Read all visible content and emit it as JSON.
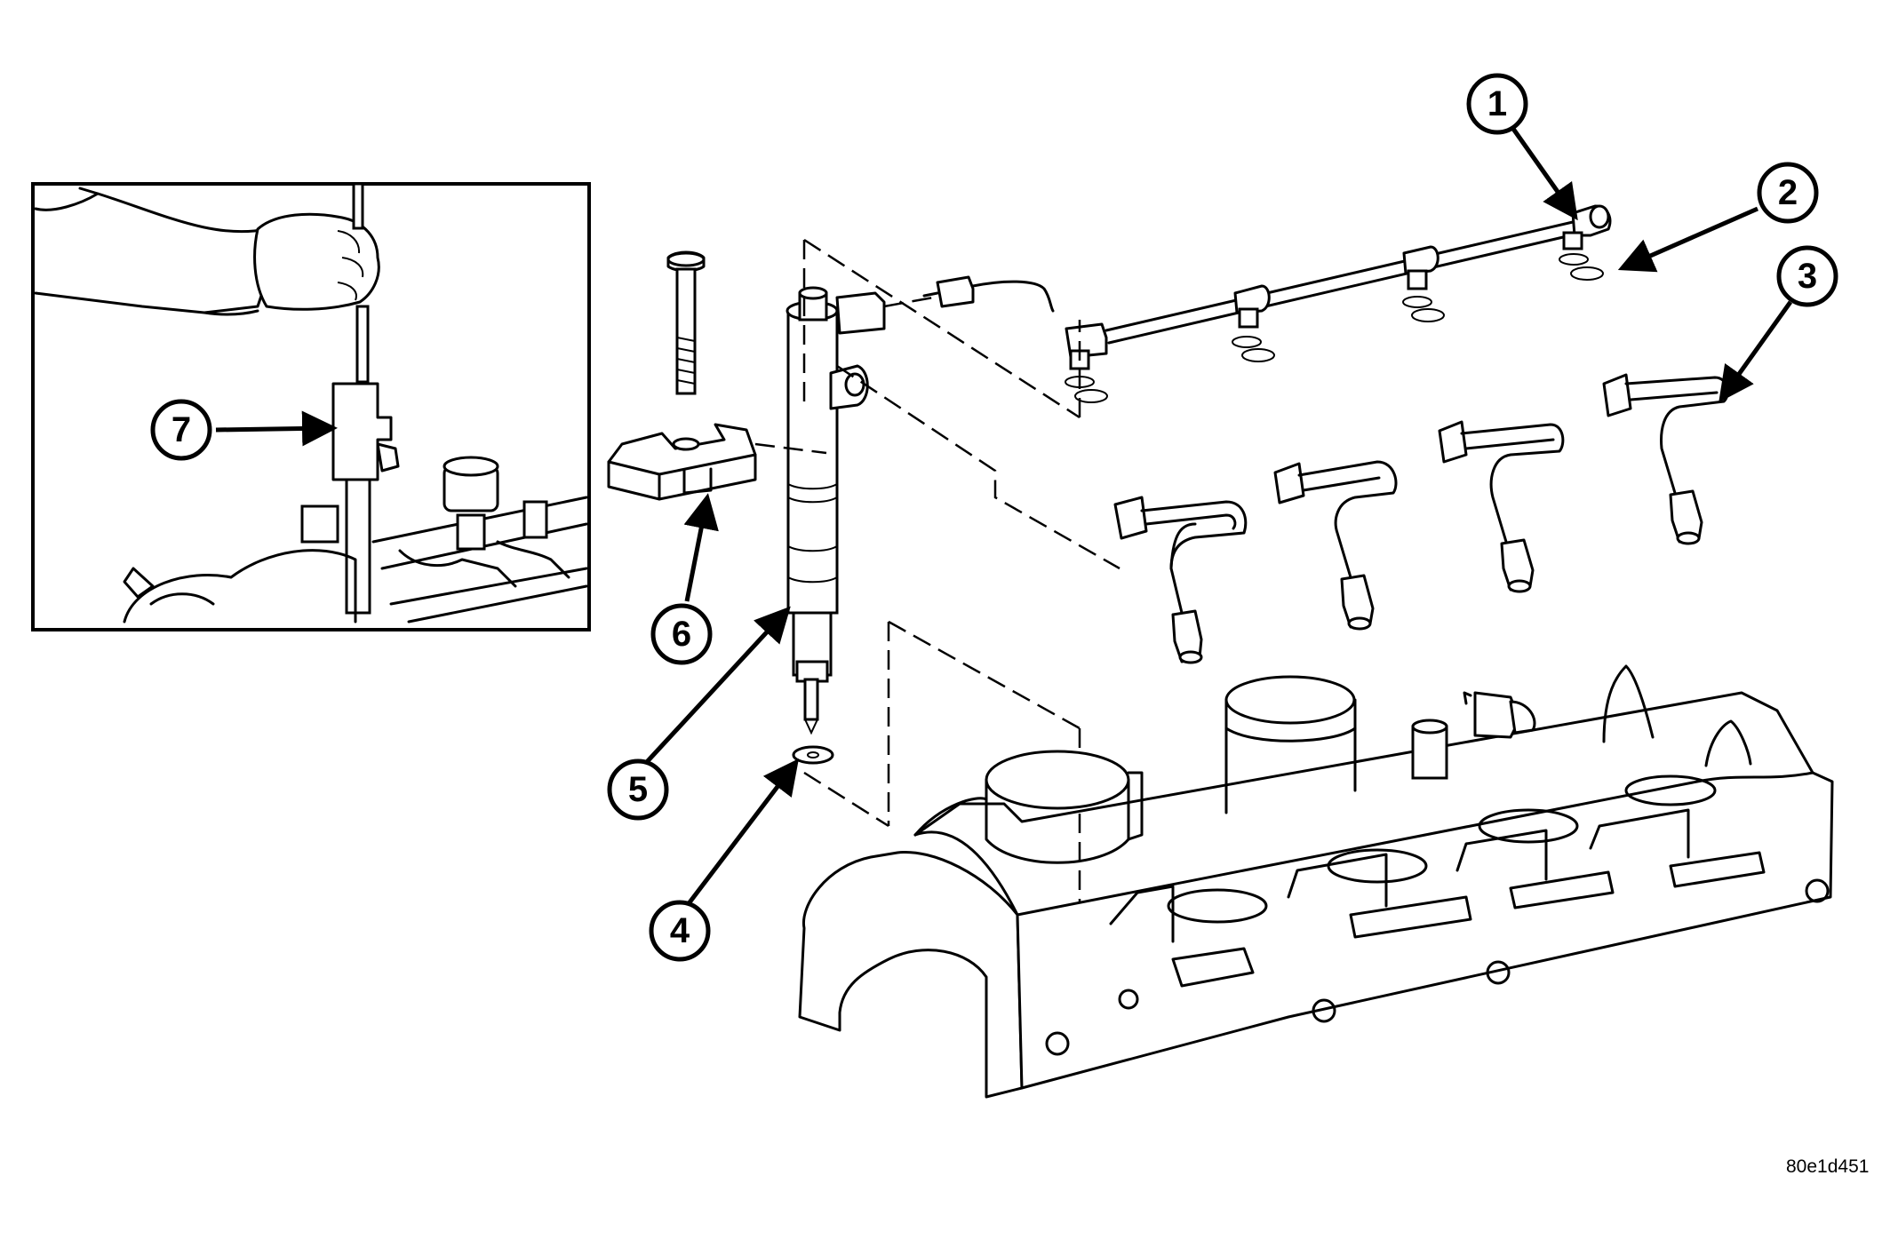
{
  "callouts": [
    {
      "id": "c1",
      "label": "1"
    },
    {
      "id": "c2",
      "label": "2"
    },
    {
      "id": "c3",
      "label": "3"
    },
    {
      "id": "c4",
      "label": "4"
    },
    {
      "id": "c5",
      "label": "5"
    },
    {
      "id": "c6",
      "label": "6"
    },
    {
      "id": "c7",
      "label": "7"
    }
  ],
  "figure_id": "80e1d451"
}
